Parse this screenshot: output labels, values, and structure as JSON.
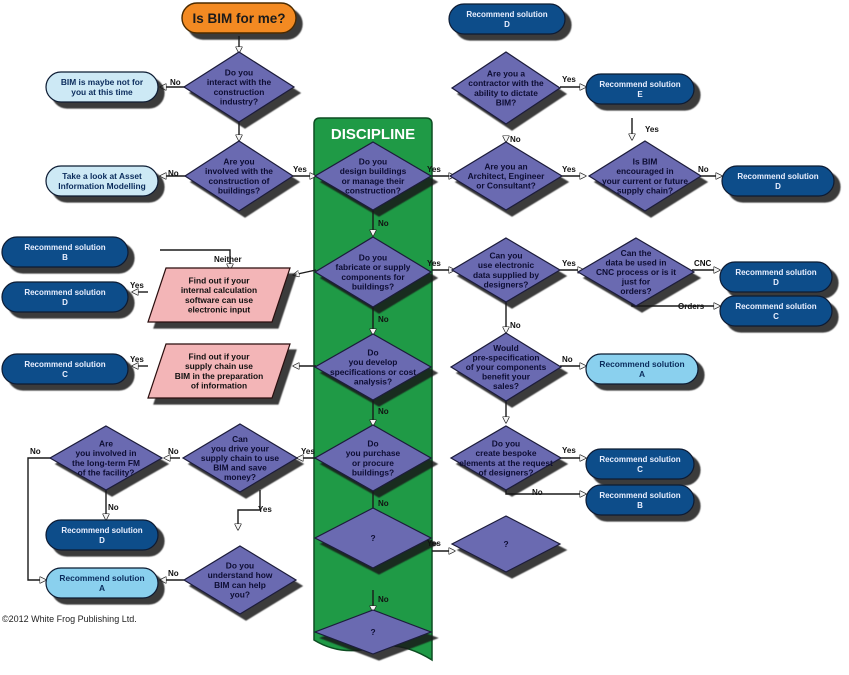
{
  "title": "Is BIM for me?",
  "discipline": "DISCIPLINE",
  "copyright": "©2012 White Frog Publishing Ltd.",
  "colors": {
    "diamond": "#6b6bb1",
    "rounded_dark": "#104d8a",
    "rounded_light": "#8ad0ee",
    "rounded_pale": "#cde9f5",
    "parallelogram": "#f3b5b7",
    "discipline_band": "#1f9a46",
    "title_box": "#f38a22"
  },
  "nodes": {
    "q_interact": [
      "Do you",
      "interact with the",
      "construction",
      "industry?"
    ],
    "q_involved": [
      "Are you",
      "involved with the",
      "construction of",
      "buildings?"
    ],
    "q_design": [
      "Do you",
      "design buildings",
      "or manage their",
      "construction?"
    ],
    "q_fabricate": [
      "Do you",
      "fabricate or supply",
      "components for",
      "buildings?"
    ],
    "q_develop": [
      "Do",
      "you develop",
      "specifications or cost",
      "analysis?"
    ],
    "q_purchase": [
      "Do",
      "you purchase",
      "or procure",
      "buildings?"
    ],
    "q_blank1": [
      "?"
    ],
    "q_blank2": [
      "?"
    ],
    "q_blank3": [
      "?"
    ],
    "q_contractor": [
      "Are you a",
      "contractor with the",
      "ability to dictate",
      "BIM?"
    ],
    "q_architect": [
      "Are you an",
      "Architect, Engineer",
      "or Consultant?"
    ],
    "q_encouraged": [
      "Is BIM",
      "encouraged in",
      "your current or future",
      "supply chain?"
    ],
    "q_electronic": [
      "Can you",
      "use electronic",
      "data supplied by",
      "designers?"
    ],
    "q_cnc": [
      "Can the",
      "data be used in",
      "CNC process or is it",
      "just for",
      "orders?"
    ],
    "q_prespec": [
      "Would",
      "pre-specification",
      "of your components",
      "benefit your",
      "sales?"
    ],
    "q_bespoke": [
      "Do you",
      "create bespoke",
      "elements at the request",
      "of designers?"
    ],
    "q_fm": [
      "Are",
      "you involved in",
      "the long-term FM",
      "of the facility?"
    ],
    "q_drive": [
      "Can",
      "you drive your",
      "supply chain to use",
      "BIM and save",
      "money?"
    ],
    "q_understand": [
      "Do you",
      "understand how",
      "BIM can help",
      "you?"
    ],
    "p_calc": [
      "Find out if your",
      "internal calculation",
      "software can use",
      "electronic input"
    ],
    "p_supply": [
      "Find out if your",
      "supply chain use",
      "BIM in the preparation",
      "of information"
    ],
    "r_not_for_you": [
      "BIM is maybe not for",
      "you at this time"
    ],
    "r_asset": [
      "Take a look at Asset",
      "Information Modelling"
    ],
    "r_top_d": [
      "Recommend solution",
      "D"
    ],
    "r_e": [
      "Recommend solution",
      "E"
    ],
    "r_d_right": [
      "Recommend solution",
      "D"
    ],
    "r_cnc_d": [
      "Recommend solution",
      "D"
    ],
    "r_cnc_c": [
      "Recommend solution",
      "C"
    ],
    "r_prespec_a": [
      "Recommend solution",
      "A"
    ],
    "r_bespoke_c": [
      "Recommend solution",
      "C"
    ],
    "r_bespoke_b": [
      "Recommend solution",
      "B"
    ],
    "r_left_b": [
      "Recommend solution",
      "B"
    ],
    "r_left_d": [
      "Recommend solution",
      "D"
    ],
    "r_left_c": [
      "Recommend solution",
      "C"
    ],
    "r_fm_d": [
      "Recommend solution",
      "D"
    ],
    "r_fm_a": [
      "Recommend solution",
      "A"
    ]
  },
  "edge_labels": {
    "yes": "Yes",
    "no": "No",
    "neither": "Neither",
    "cnc": "CNC",
    "orders": "Orders"
  }
}
